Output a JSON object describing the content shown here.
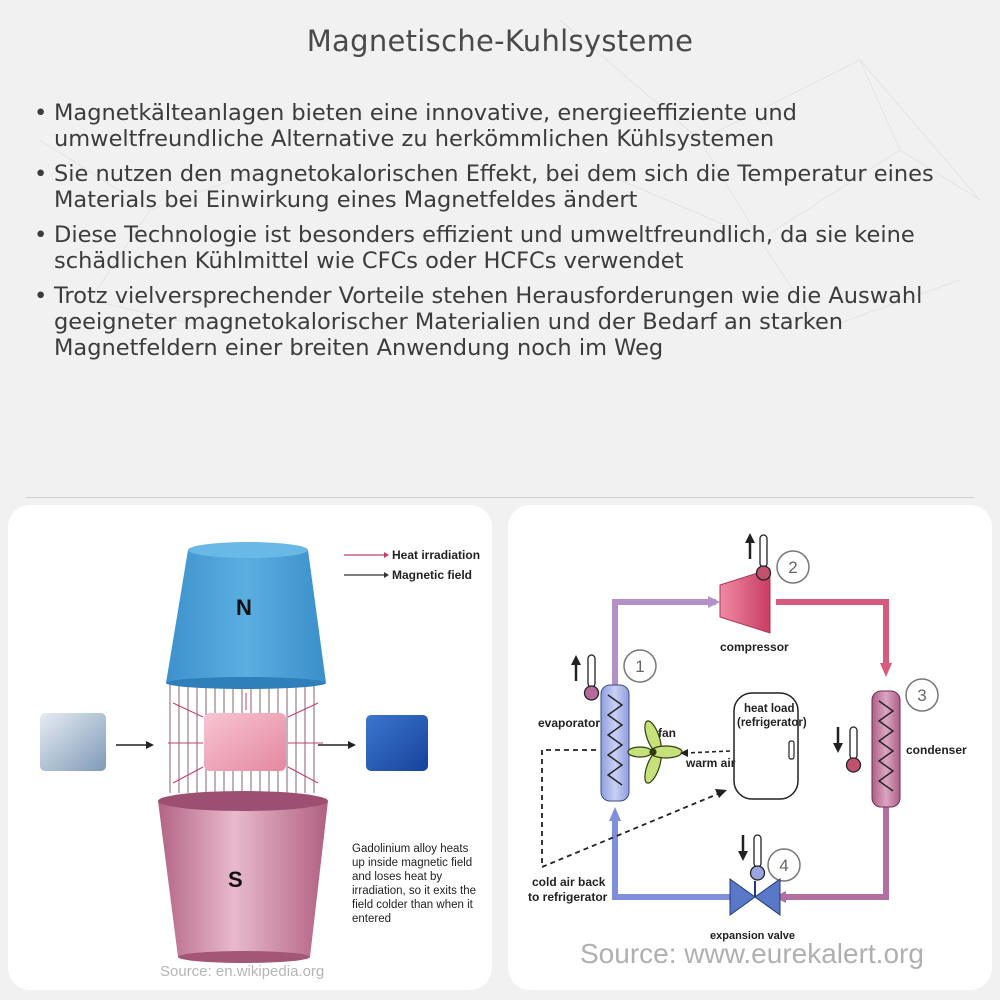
{
  "title": "Magnetische-Kuhlsysteme",
  "bullets": [
    "Magnetkälteanlagen bieten eine innovative, energieeffiziente und umweltfreundliche Alternative zu herkömmlichen Kühlsystemen",
    "Sie nutzen den magnetokalorischen Effekt, bei dem sich die Temperatur eines Materials bei Einwirkung eines Magnetfeldes ändert",
    "Diese Technologie ist besonders effizient und umweltfreundlich, da sie keine schädlichen Kühlmittel wie CFCs oder HCFCs verwendet",
    "Trotz vielversprechender Vorteile stehen Herausforderungen wie die Auswahl geeigneter magnetokalorischer Materialien und der Bedarf an starken Magnetfeldern einer breiten Anwendung noch im Weg"
  ],
  "left_figure": {
    "legend": {
      "heat": "Heat irradiation",
      "magnetic": "Magnetic field"
    },
    "pole_north": "N",
    "pole_south": "S",
    "caption_lines": [
      "Gadolinium alloy heats",
      "up inside magnetic field",
      "and loses heat by",
      "irradiation, so it exits the",
      "field colder than when it",
      "entered"
    ],
    "source": "Source: en.wikipedia.org",
    "colors": {
      "north": "#4a9fd6",
      "south": "#c77a9a",
      "heat": "#c0406a"
    }
  },
  "right_figure": {
    "step_1": "1",
    "step_2": "2",
    "step_3": "3",
    "step_4": "4",
    "compressor": "compressor",
    "evaporator": "evaporator",
    "condenser": "condenser",
    "fan": "fan",
    "warm_air": "warm air",
    "heat_load_line1": "heat load",
    "heat_load_line2": "(refrigerator)",
    "cold_air_line1": "cold air back",
    "cold_air_line2": "to refrigerator",
    "expansion_valve": "expansion valve",
    "source": "Source: www.eurekalert.org",
    "colors": {
      "hot_pipe": "#d85a7c",
      "cold_pipe": "#7f8fdc",
      "coil": "#a7b2e8"
    }
  }
}
